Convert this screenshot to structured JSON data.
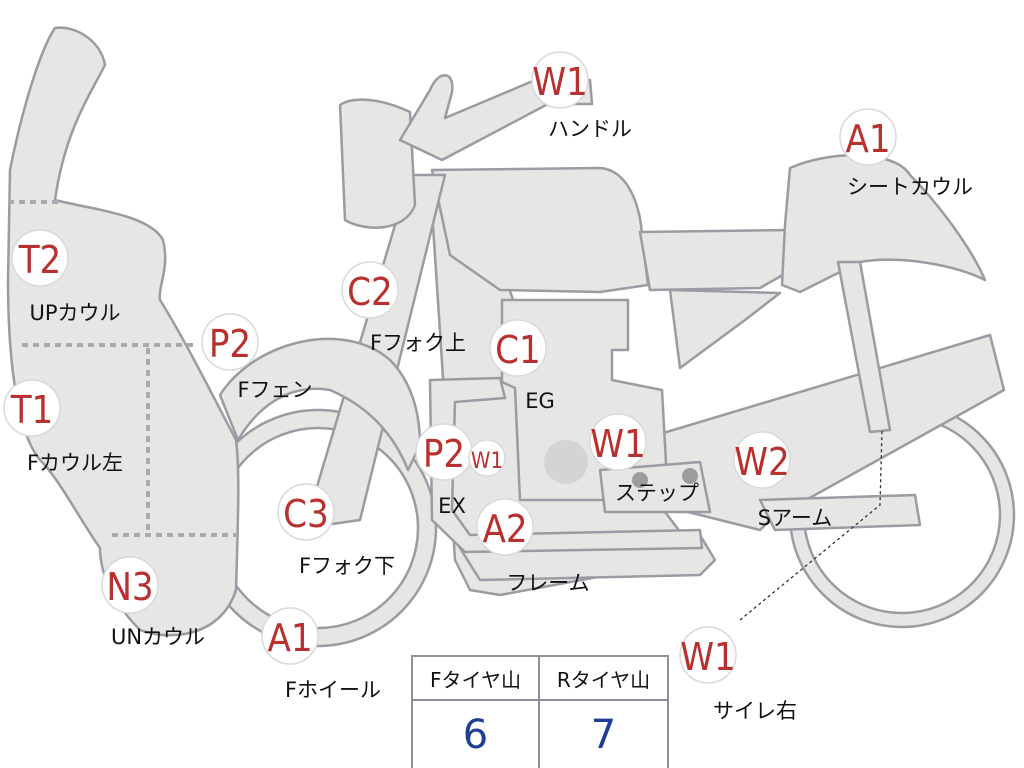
{
  "diagram": {
    "badges": {
      "handle": "W1",
      "seat_cowl": "A1",
      "up_cowl": "T2",
      "left_cowl": "T1",
      "f_fender": "P2",
      "f_fork_upper": "C2",
      "engine": "C1",
      "exhaust": "P2",
      "exhaust_small": "W1",
      "step": "W1",
      "swing_arm": "W2",
      "frame": "A2",
      "f_fork_lower": "C3",
      "under_cowl": "N3",
      "f_wheel": "A1",
      "right_side": "W1"
    },
    "labels": {
      "handle": "ハンドル",
      "seat_cowl": "シートカウル",
      "up_cowl": "UPカウル",
      "left_cowl": "Fカウル左",
      "f_fender": "Fフェン",
      "f_fork_upper": "Fフォク上",
      "engine": "EG",
      "exhaust": "EX",
      "step": "ステップ",
      "swing_arm": "Sアーム",
      "frame": "フレーム",
      "f_fork_lower": "Fフォク下",
      "under_cowl": "UNカウル",
      "f_wheel": "Fホイール",
      "right_side": "サイレ右"
    }
  },
  "tire_table": {
    "front_header": "Fタイヤ山",
    "rear_header": "Rタイヤ山",
    "front_value": "6",
    "rear_value": "7"
  },
  "colors": {
    "part_fill": "#e6e6e4",
    "part_outline": "#9b9ba3",
    "badge_text": "#b8312f",
    "table_value": "#1e3f96"
  }
}
